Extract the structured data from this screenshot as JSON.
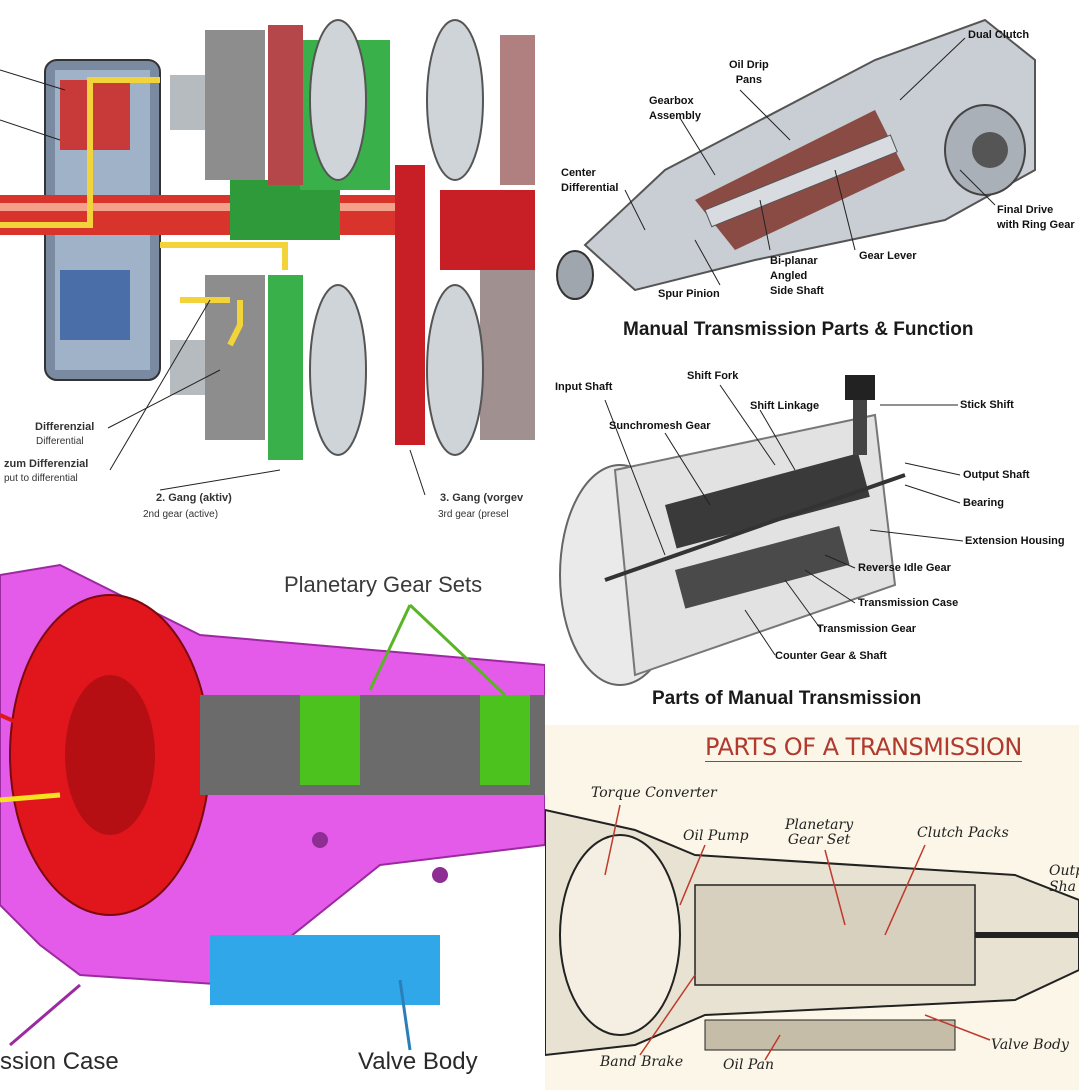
{
  "top_left": {
    "labels": [
      {
        "text": "Differenzial"
      },
      {
        "text": "Differential"
      },
      {
        "text": "zum Differenzial"
      },
      {
        "text": "put to differential"
      },
      {
        "text": "2. Gang (aktiv)"
      },
      {
        "text": "2nd gear (active)"
      },
      {
        "text": "3. Gang (vorgev"
      },
      {
        "text": "3rd gear (presel"
      }
    ]
  },
  "top_right": {
    "caption": "Manual Transmission Parts & Function",
    "labels": [
      {
        "text": "Dual Clutch"
      },
      {
        "text": "Oil Drip\nPans"
      },
      {
        "text": "Gearbox\nAssembly"
      },
      {
        "text": "Center\nDifferential"
      },
      {
        "text": "Final Drive\nwith Ring Gear"
      },
      {
        "text": "Gear Lever"
      },
      {
        "text": "Bi-planar\nAngled\nSide Shaft"
      },
      {
        "text": "Spur Pinion"
      }
    ]
  },
  "mid_right": {
    "caption": "Parts of Manual Transmission",
    "labels": [
      {
        "text": "Input Shaft"
      },
      {
        "text": "Shift Fork"
      },
      {
        "text": "Shift Linkage"
      },
      {
        "text": "Stick Shift"
      },
      {
        "text": "Sunchromesh Gear"
      },
      {
        "text": "Output Shaft"
      },
      {
        "text": "Bearing"
      },
      {
        "text": "Extension Housing"
      },
      {
        "text": "Reverse Idle Gear"
      },
      {
        "text": "Transmission Case"
      },
      {
        "text": "Transmission Gear"
      },
      {
        "text": "Counter Gear & Shaft"
      }
    ]
  },
  "bottom_left": {
    "labels": [
      {
        "text": "Planetary Gear Sets"
      },
      {
        "text": "ssion Case"
      },
      {
        "text": "Valve Body"
      }
    ]
  },
  "bottom_right": {
    "title": "PARTS OF A TRANSMISSION",
    "labels": [
      {
        "text": "Torque Converter"
      },
      {
        "text": "Oil Pump"
      },
      {
        "text": "Planetary\nGear Set"
      },
      {
        "text": "Clutch Packs"
      },
      {
        "text": "Outp\nSha"
      },
      {
        "text": "Band Brake"
      },
      {
        "text": "Oil Pan"
      },
      {
        "text": "Valve Body"
      }
    ]
  },
  "colors": {
    "pink_case": "#e35be8",
    "red_converter": "#e0161c",
    "green_gears": "#4cc21f",
    "blue_valve": "#2fa7e8",
    "cream_bg": "#fbf6e8",
    "title_red": "#b03a2e"
  }
}
